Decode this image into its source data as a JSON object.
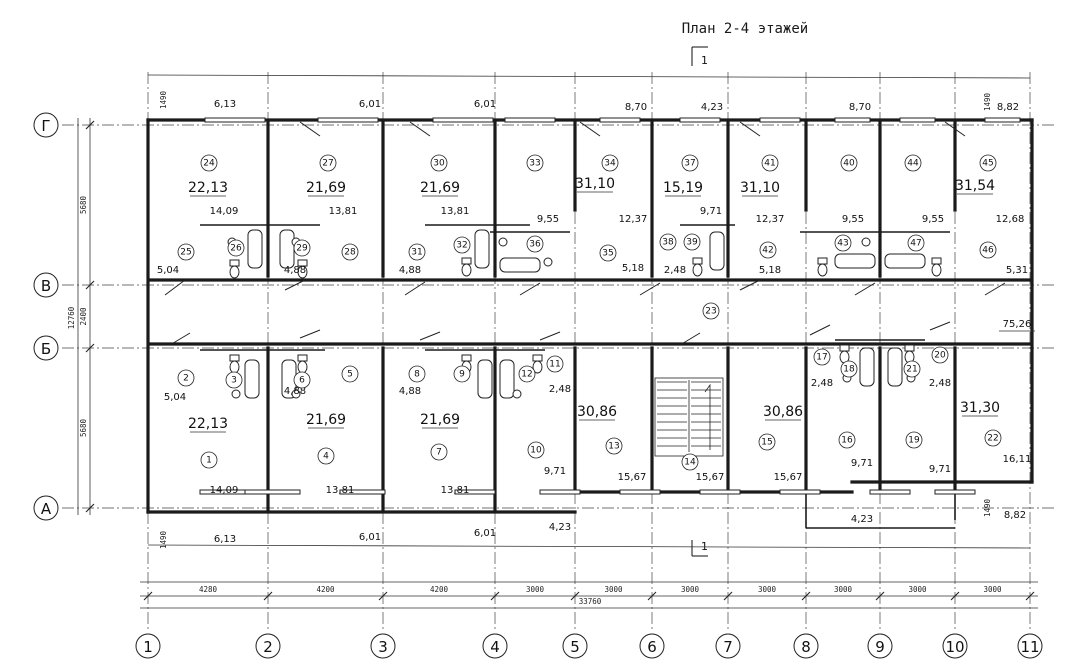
{
  "title": "План 2-4 этажей",
  "section_mark": "1",
  "column_axes": [
    {
      "label": "1"
    },
    {
      "label": "2"
    },
    {
      "label": "3"
    },
    {
      "label": "4"
    },
    {
      "label": "5"
    },
    {
      "label": "6"
    },
    {
      "label": "7"
    },
    {
      "label": "8"
    },
    {
      "label": "9"
    },
    {
      "label": "10"
    },
    {
      "label": "11"
    }
  ],
  "row_axes": [
    {
      "label": "Г"
    },
    {
      "label": "В"
    },
    {
      "label": "Б"
    },
    {
      "label": "А"
    }
  ],
  "bottom_dimensions": {
    "spans": [
      "4280",
      "4200",
      "4200",
      "3000",
      "3000",
      "3000",
      "3000",
      "3000",
      "3000",
      "3000"
    ],
    "total": "33760"
  },
  "left_dimensions": {
    "spans": [
      "5680",
      "2400",
      "5680"
    ],
    "total": "12760",
    "offsets": [
      "1490",
      "1490"
    ]
  },
  "top_balcony_areas": [
    "6,13",
    "6,01",
    "6,01",
    "8,70",
    "4,23",
    "8,70",
    "8,82"
  ],
  "bottom_balcony_areas": [
    "6,13",
    "6,01",
    "6,01",
    "4,23",
    "4,23",
    "8,82"
  ],
  "top_offsets": [
    "1490",
    "1490"
  ],
  "bottom_offsets": [
    "1490",
    "1490"
  ],
  "large_areas": [
    "22,13",
    "21,69",
    "21,69",
    "31,10",
    "15,19",
    "31,10",
    "31,54",
    "22,13",
    "21,69",
    "21,69",
    "30,86",
    "30,86",
    "31,30",
    "75,26"
  ],
  "small_areas": [
    "14,09",
    "13,81",
    "13,81",
    "9,55",
    "12,37",
    "9,71",
    "12,37",
    "9,55",
    "9,55",
    "12,68",
    "5,04",
    "4,88",
    "4,88",
    "5,18",
    "2,48",
    "5,18",
    "5,31",
    "5,04",
    "4,88",
    "4,88",
    "2,48",
    "2,48",
    "2,48",
    "14,09",
    "13,81",
    "13,81",
    "9,71",
    "15,67",
    "15,67",
    "15,67",
    "9,71",
    "9,71",
    "16,11"
  ],
  "room_numbers": [
    "24",
    "25",
    "26",
    "27",
    "28",
    "29",
    "30",
    "31",
    "32",
    "33",
    "34",
    "35",
    "36",
    "37",
    "38",
    "39",
    "41",
    "40",
    "42",
    "43",
    "44",
    "45",
    "46",
    "47",
    "23",
    "1",
    "2",
    "3",
    "4",
    "5",
    "6",
    "7",
    "8",
    "9",
    "10",
    "11",
    "12",
    "13",
    "14",
    "15",
    "16",
    "17",
    "18",
    "19",
    "20",
    "21",
    "22"
  ]
}
